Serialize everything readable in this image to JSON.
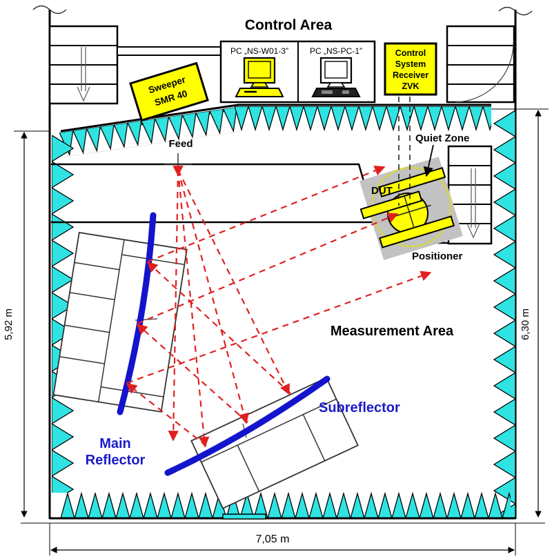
{
  "title": "Control Area",
  "control_area": {
    "sweeper": {
      "line1": "Sweeper",
      "line2": "SMR 40"
    },
    "pc1": {
      "label": "PC „NS-W01-3”"
    },
    "pc2": {
      "label": "PC „NS-PC-1”"
    },
    "receiver": {
      "line1": "Control",
      "line2": "System",
      "line3": "Receiver",
      "line4": "ZVK"
    }
  },
  "measurement_area": {
    "label": "Measurement Area",
    "feed": "Feed",
    "quiet_zone": "Quiet Zone",
    "dut": "DUT",
    "positioner": "Positioner",
    "main_reflector": {
      "line1": "Main",
      "line2": "Reflector"
    },
    "subreflector": "Subreflector"
  },
  "dimensions": {
    "left_height": "5,92 m",
    "right_height": "6,30 m",
    "bottom_width": "7,05 m"
  },
  "colors": {
    "absorber_cyan": "#2fe3e3",
    "equipment_yellow": "#ffff00",
    "reflector_blue": "#1414cc",
    "ray_red": "#e02020",
    "positioner_gray": "#c0c0c0",
    "quiet_zone_ring": "#d6d642"
  }
}
